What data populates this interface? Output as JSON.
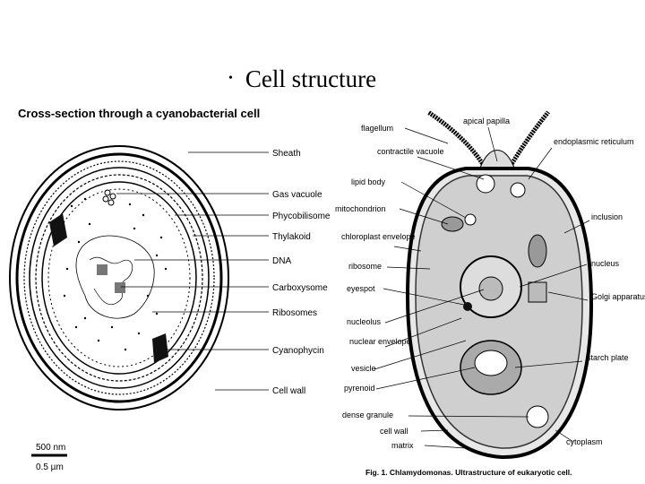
{
  "slide": {
    "bullet": "•",
    "title": "Cell structure"
  },
  "left_figure": {
    "heading": "Cross-section through a cyanobacterial cell",
    "labels": [
      "Sheath",
      "Gas vacuole",
      "Phycobilisome",
      "Thylakoid",
      "DNA",
      "Carboxysome",
      "Ribosomes",
      "Cyanophycin",
      "Cell wall"
    ],
    "scale_top": "500 nm",
    "scale_bottom": "0.5 µm"
  },
  "right_figure": {
    "labels_left": [
      "flagellum",
      "contractile vacuole",
      "lipid body",
      "mitochondrion",
      "chloroplast envelope",
      "ribosome",
      "eyespot",
      "nucleolus",
      "nuclear envelope",
      "vesicle",
      "pyrenoid",
      "dense granule",
      "cell wall",
      "matrix"
    ],
    "labels_top": [
      "apical papilla"
    ],
    "labels_right": [
      "endoplasmic reticulum",
      "inclusion",
      "nucleus",
      "Golgi apparatus",
      "starch plate",
      "cytoplasm"
    ],
    "caption": "Fig. 1. Chlamydomonas. Ultrastructure of eukaryotic cell."
  }
}
